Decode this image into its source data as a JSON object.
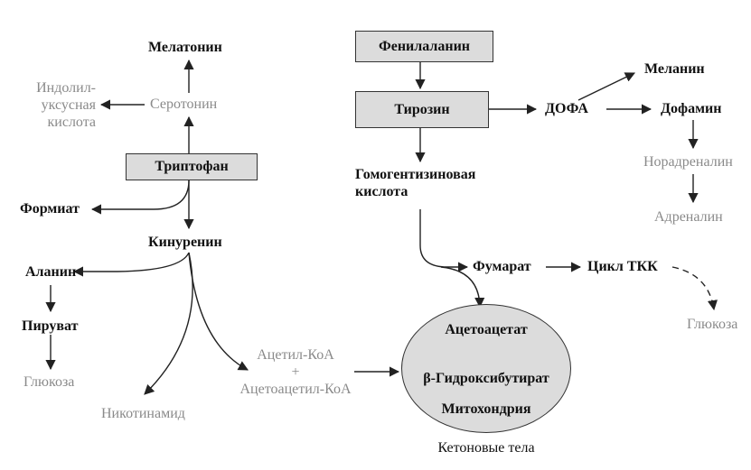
{
  "nodes": {
    "melatonin": "Мелатонин",
    "indolyl_line1": "Индолил-",
    "indolyl_line2": "уксусная",
    "indolyl_line3": "кислота",
    "serotonin": "Серотонин",
    "tryptophan": "Триптофан",
    "formiat": "Формиат",
    "kynurenine": "Кинуренин",
    "alanine": "Аланин",
    "pyruvate": "Пируват",
    "glucose_left": "Глюкоза",
    "nicotinamide": "Никотинамид",
    "acetyl_coa": "Ацетил-КоА",
    "plus": "+",
    "acetoacetyl_coa": "Ацетоацетил-КоА",
    "phenylalanine": "Фенилаланин",
    "tyrosine": "Тирозин",
    "dopa": "ДОФА",
    "melanin": "Меланин",
    "dopamine": "Дофамин",
    "noradrenaline": "Норадреналин",
    "adrenaline": "Адреналин",
    "homogentisic_line1": "Гомогентизиновая",
    "homogentisic_line2": "кислота",
    "fumarate": "Фумарат",
    "tca_cycle": "Цикл ТКК",
    "glucose_right": "Глюкоза",
    "acetoacetate": "Ацетоацетат",
    "hydroxybutyrate": "β-Гидроксибутират",
    "mitochondria": "Митохондрия",
    "ketone_bodies": "Кетоновые тела"
  },
  "colors": {
    "box_fill": "#dcdcdc",
    "line": "#222222",
    "muted_text": "#8a8a8a",
    "text": "#111111"
  }
}
